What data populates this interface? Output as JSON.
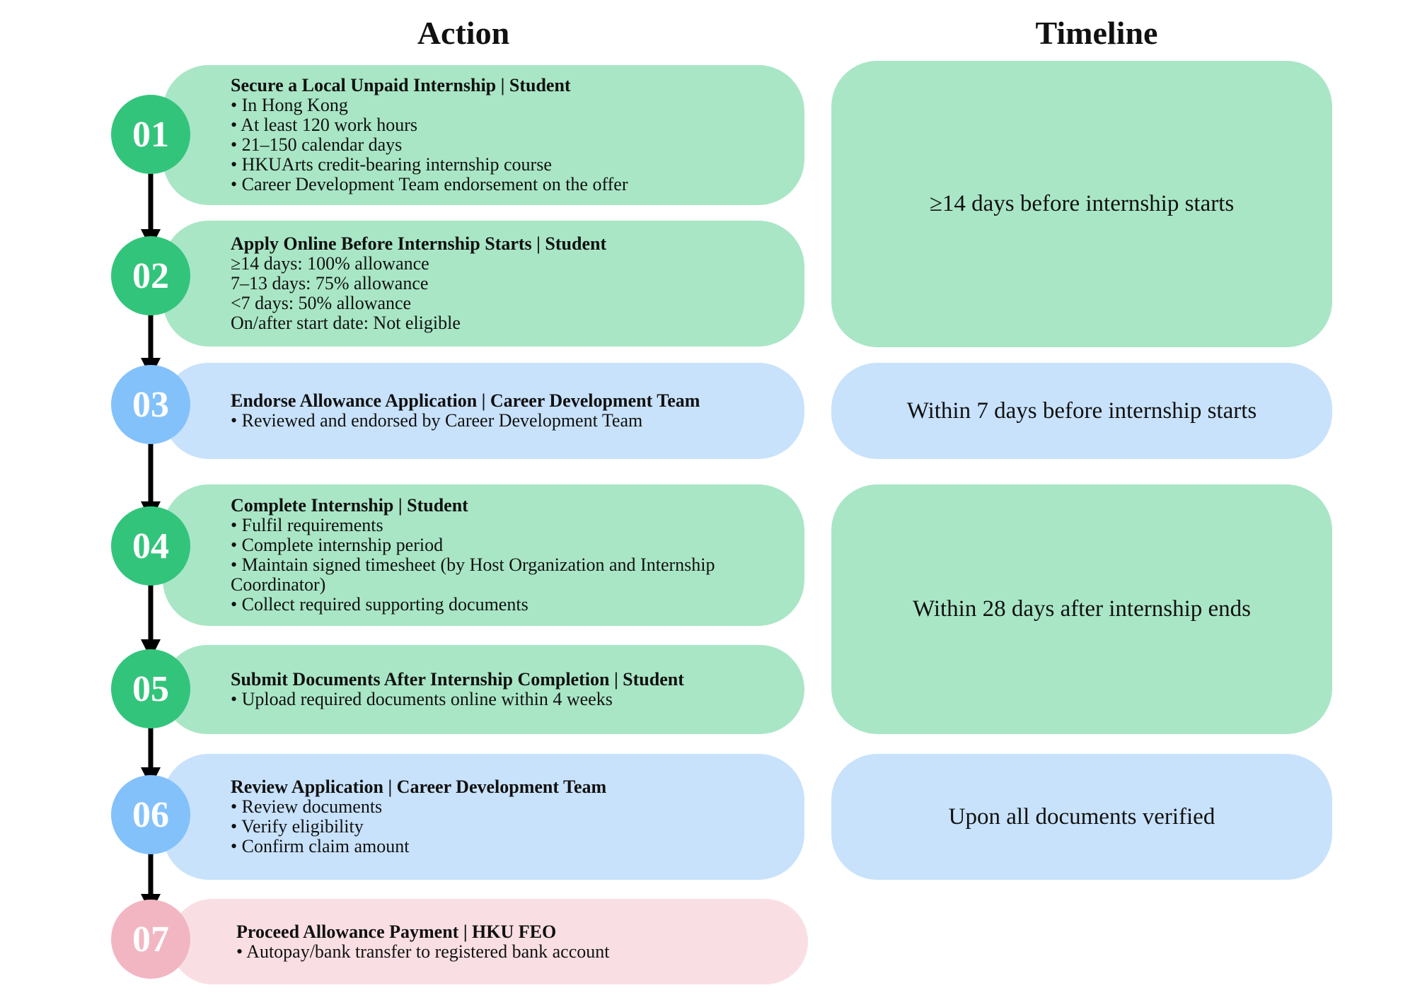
{
  "headers": {
    "action": "Action",
    "timeline": "Timeline"
  },
  "steps": [
    {
      "number": "01",
      "title": "Secure a Local Unpaid Internship | Student",
      "lines": [
        "• In Hong Kong",
        "• At least 120 work hours",
        "• 21–150 calendar days",
        "• HKUArts credit-bearing internship course",
        "• Career Development Team endorsement on the offer"
      ],
      "color": "green"
    },
    {
      "number": "02",
      "title": "Apply Online Before Internship Starts | Student",
      "lines": [
        "≥14 days: 100% allowance",
        "7–13 days: 75% allowance",
        "<7 days: 50% allowance",
        "On/after start date: Not eligible"
      ],
      "color": "green"
    },
    {
      "number": "03",
      "title": "Endorse Allowance Application | Career Development Team",
      "lines": [
        "• Reviewed and endorsed by Career Development Team"
      ],
      "color": "blue"
    },
    {
      "number": "04",
      "title": "Complete Internship | Student",
      "lines": [
        "• Fulfil requirements",
        "• Complete internship period",
        "• Maintain signed timesheet (by Host Organization and Internship Coordinator)",
        "• Collect required supporting documents"
      ],
      "color": "green"
    },
    {
      "number": "05",
      "title": "Submit Documents After Internship Completion | Student",
      "lines": [
        "• Upload required documents online within 4 weeks"
      ],
      "color": "green"
    },
    {
      "number": "06",
      "title": "Review Application | Career Development Team",
      "lines": [
        "• Review documents",
        "• Verify eligibility",
        "• Confirm claim amount"
      ],
      "color": "blue"
    },
    {
      "number": "07",
      "title": "Proceed Allowance Payment | HKU FEO",
      "lines": [
        "• Autopay/bank transfer to registered bank account"
      ],
      "color": "pink"
    }
  ],
  "timeline": [
    {
      "text": "≥14 days before internship starts",
      "color": "green"
    },
    {
      "text": "Within 7 days before internship starts",
      "color": "blue"
    },
    {
      "text": "Within 28 days after internship ends",
      "color": "green"
    },
    {
      "text": "Upon all documents verified",
      "color": "blue"
    }
  ],
  "colors": {
    "green_box": "#a9e6c6",
    "blue_box": "#c8e2fb",
    "pink_box": "#f9dfe4",
    "green_circle": "#33c47c",
    "blue_circle": "#83c1fb",
    "pink_circle": "#f2b6c3"
  }
}
